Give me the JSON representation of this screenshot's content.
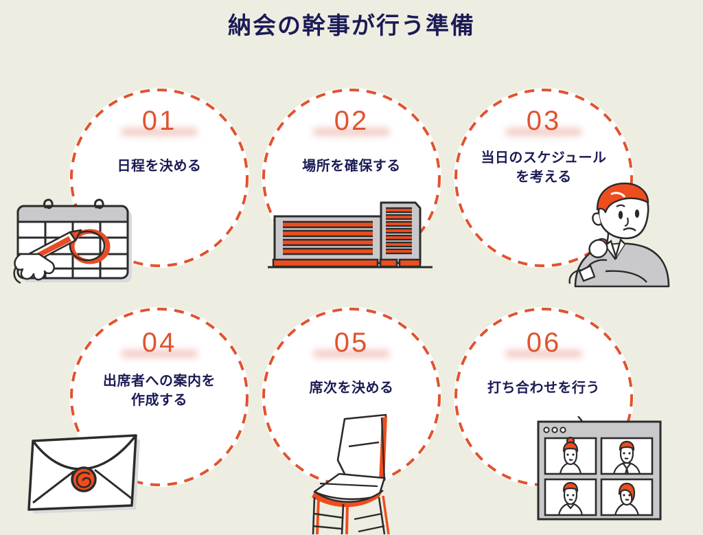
{
  "header": {
    "title": "納会の幹事が行う準備"
  },
  "colors": {
    "background": "#EEEDE2",
    "title_navy": "#1B1B55",
    "accent_orange": "#E0532F",
    "number_underline_pink": "#F2C3BC",
    "circle_fill": "#FFFFFF",
    "illustration_grey": "#C9C9CC",
    "illustration_outline": "#2B2B2B"
  },
  "steps": [
    {
      "number": "01",
      "label": "日程を決める",
      "illustration": "calendar-pencil-icon"
    },
    {
      "number": "02",
      "label": "場所を確保する",
      "illustration": "office-building-icon"
    },
    {
      "number": "03",
      "label": "当日のスケジュール\nを考える",
      "label_line1": "当日のスケジュール",
      "label_line2": "を考える",
      "illustration": "thinking-person-icon"
    },
    {
      "number": "04",
      "label": "出席者への案内を\n作成する",
      "label_line1": "出席者への案内を",
      "label_line2": "作成する",
      "illustration": "sealed-envelope-icon"
    },
    {
      "number": "05",
      "label": "席次を決める",
      "illustration": "chair-icon"
    },
    {
      "number": "06",
      "label": "打ち合わせを行う",
      "illustration": "video-call-window-icon"
    }
  ]
}
